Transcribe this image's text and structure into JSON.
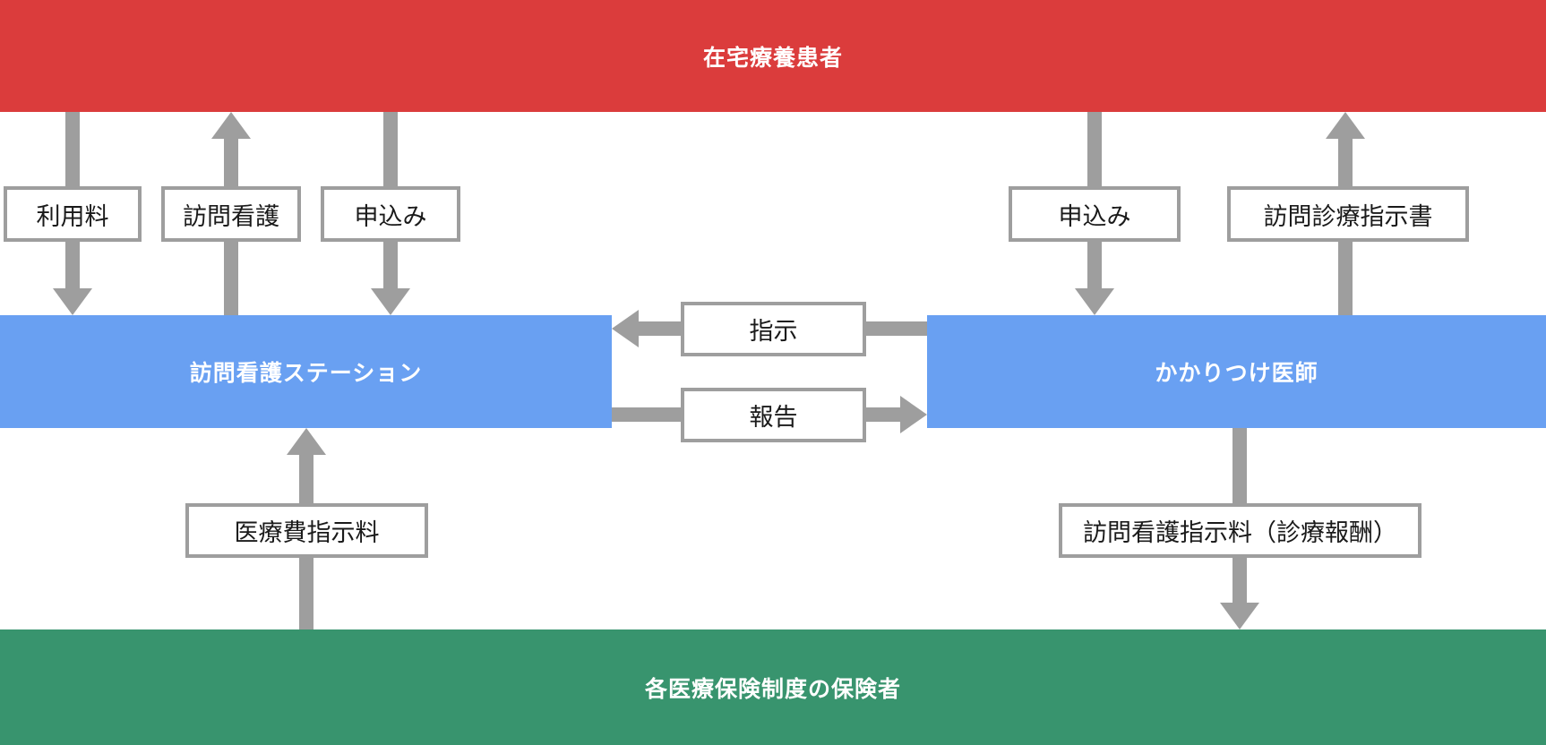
{
  "diagram_type": "flow-diagram",
  "nodes": {
    "patient": "在宅療養患者",
    "nursing_station": "訪問看護ステーション",
    "doctor": "かかりつけ医師",
    "insurer": "各医療保険制度の保険者"
  },
  "edge_labels": {
    "usage_fee": "利用料",
    "visiting_nursing": "訪問看護",
    "application_to_station": "申込み",
    "application_to_doctor": "申込み",
    "visiting_care_instruction_doc": "訪問診療指示書",
    "instruction": "指示",
    "report": "報告",
    "medical_fee_instruction_fee": "医療費指示料",
    "visiting_nursing_instruction_fee": "訪問看護指示料（診療報酬）"
  },
  "edges": [
    {
      "from": "patient",
      "to": "nursing_station",
      "label": "利用料",
      "direction": "down"
    },
    {
      "from": "nursing_station",
      "to": "patient",
      "label": "訪問看護",
      "direction": "up"
    },
    {
      "from": "patient",
      "to": "nursing_station",
      "label": "申込み",
      "direction": "down"
    },
    {
      "from": "patient",
      "to": "doctor",
      "label": "申込み",
      "direction": "down"
    },
    {
      "from": "doctor",
      "to": "patient",
      "label": "訪問診療指示書",
      "direction": "up"
    },
    {
      "from": "doctor",
      "to": "nursing_station",
      "label": "指示",
      "direction": "left"
    },
    {
      "from": "nursing_station",
      "to": "doctor",
      "label": "報告",
      "direction": "right"
    },
    {
      "from": "insurer",
      "to": "nursing_station",
      "label": "医療費指示料",
      "direction": "up"
    },
    {
      "from": "doctor",
      "to": "insurer",
      "label": "訪問看護指示料（診療報酬）",
      "direction": "down"
    }
  ],
  "colors": {
    "patient_bar": "#db3c3c",
    "nursing_station_box": "#69a0f2",
    "doctor_box": "#69a0f2",
    "insurer_bar": "#38946e",
    "arrow_gray": "#9e9e9e",
    "label_border": "#9e9e9e",
    "label_text": "#1a1a1a",
    "bar_text": "#ffffff"
  }
}
